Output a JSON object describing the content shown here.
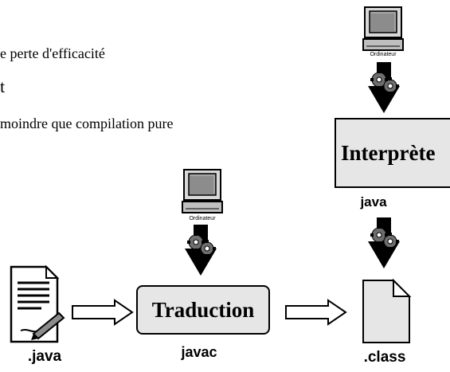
{
  "bullets": [
    "e perte d'efficacité",
    "t",
    "moindre que compilation pure"
  ],
  "files": {
    "source_label": ".java",
    "bytecode_label": ".class"
  },
  "steps": {
    "translation": {
      "label": "Traduction",
      "tool": "javac"
    },
    "interpretation": {
      "label": "Interprète",
      "tool": "java"
    }
  },
  "computers": {
    "compile_machine_caption": "Ordinateur",
    "run_machine_caption": "Ordinateur"
  },
  "colors": {
    "box_fill": "#e6e6e6",
    "screen": "#8c8c8c",
    "file_fill": "#e6e6e6",
    "arrow_fill": "#ffffff"
  },
  "icons": [
    "computer-icon",
    "gears-icon",
    "document-icon",
    "file-icon",
    "right-arrow-icon",
    "down-arrow-icon"
  ]
}
